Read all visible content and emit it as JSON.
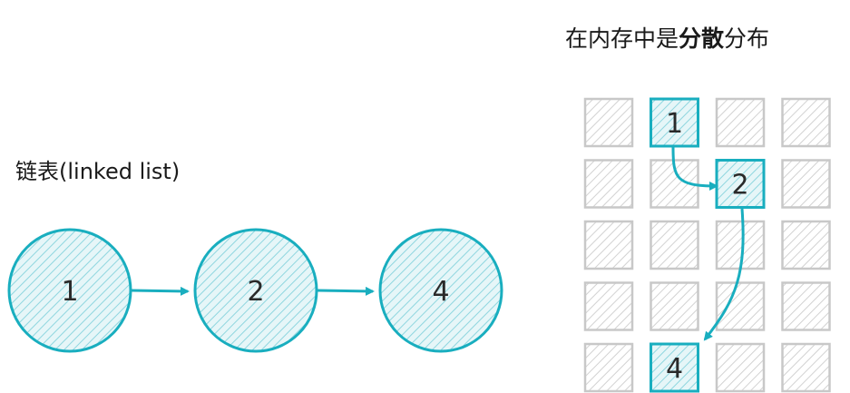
{
  "titles": {
    "linked_list": "链表(linked list)",
    "memory_prefix": "在内存中是",
    "memory_bold": "分散",
    "memory_suffix": "分布"
  },
  "nodes": [
    "1",
    "2",
    "4"
  ],
  "grid": {
    "rows": 5,
    "cols": 4,
    "highlighted": [
      {
        "row": 0,
        "col": 1,
        "label": "1"
      },
      {
        "row": 1,
        "col": 2,
        "label": "2"
      },
      {
        "row": 4,
        "col": 1,
        "label": "4"
      }
    ]
  },
  "colors": {
    "accent": "#19aebf",
    "accent_fill": "#d8f1f4",
    "accent_hatch": "#7fd3dd",
    "gray_stroke": "#c8c8c8",
    "gray_hatch": "#d4d4d4",
    "text": "#1a1a1a"
  }
}
